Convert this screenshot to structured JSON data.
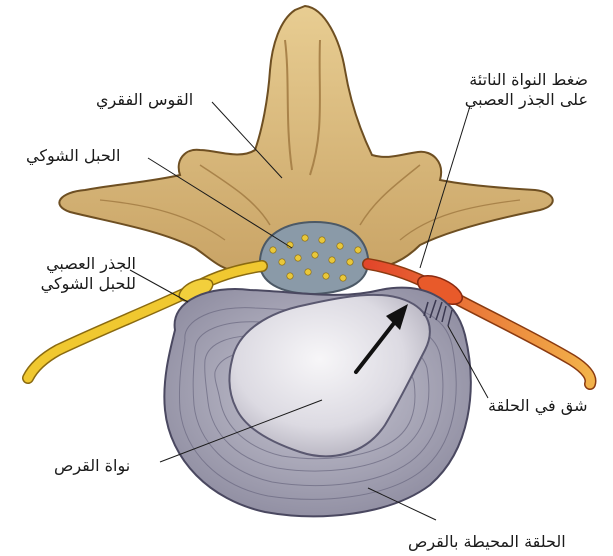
{
  "labels": {
    "vertebral_arch": "القوس الفقري",
    "spinal_cord": "الحبل الشوكي",
    "nerve_root_line1": "الجذر العصبي",
    "nerve_root_line2": "للحبل الشوكي",
    "compression_line1": "ضغط النواة الناتئة",
    "compression_line2": "على الجذر العصبي",
    "annulus_tear": "شق في الحلقة",
    "nucleus": "نواة القرص",
    "annulus": "الحلقة المحيطة بالقرص"
  },
  "colors": {
    "bone": "#d9b878",
    "bone_shadow": "#a9834a",
    "cord": "#8a9aa8",
    "nerve_root": "#f0c830",
    "compressed_nerve": "#e85a2a",
    "annulus": "#b8b8c8",
    "nucleus": "#e6e4ea"
  }
}
